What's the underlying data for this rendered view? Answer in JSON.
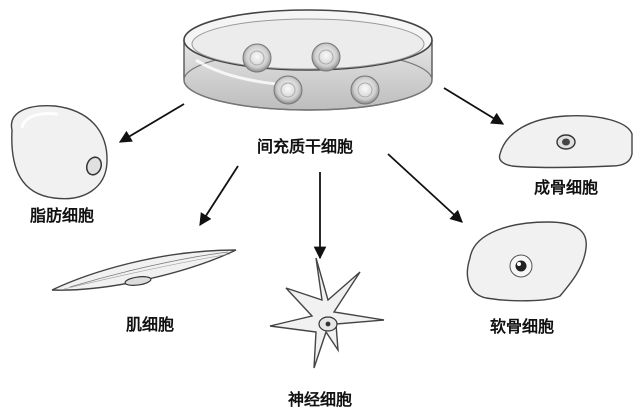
{
  "source": {
    "label": "间充质干细胞"
  },
  "targets": [
    {
      "id": "adipocyte",
      "label": "脂肪细胞"
    },
    {
      "id": "myocyte",
      "label": "肌细胞"
    },
    {
      "id": "neuron",
      "label": "神经细胞"
    },
    {
      "id": "chondrocyte",
      "label": "软骨细胞"
    },
    {
      "id": "osteoblast",
      "label": "成骨细胞"
    }
  ]
}
